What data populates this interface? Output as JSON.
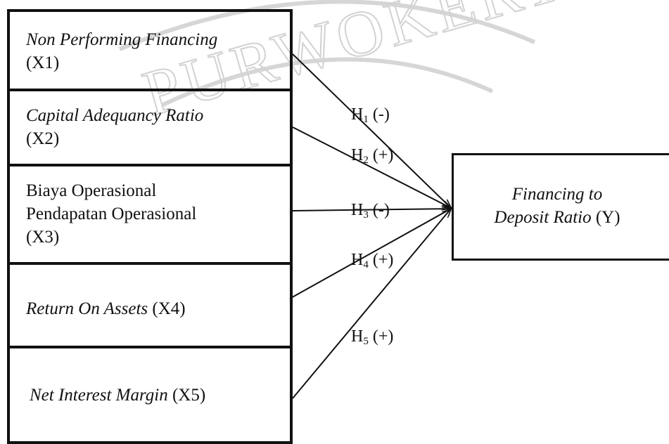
{
  "watermark": {
    "text": "PURWOKERTO"
  },
  "variables": [
    {
      "id": "x1",
      "italic": "Non Performing Financing",
      "suffix": "(X1)"
    },
    {
      "id": "x2",
      "italic": "Capital Adequancy Ratio",
      "suffix": "(X2)"
    },
    {
      "id": "x3",
      "line1": "Biaya Operasional",
      "line2": "Pendapatan Operasional",
      "suffix": "(X3)"
    },
    {
      "id": "x4",
      "italic": "Return On Assets",
      "suffix": "(X4)"
    },
    {
      "id": "x5",
      "italic": "Net Interest Margin",
      "suffix": "(X5)"
    }
  ],
  "dependent": {
    "line1": "Financing to",
    "line2_italic": "Deposit Ratio",
    "suffix": "(Y)"
  },
  "hypotheses": [
    {
      "letter": "H",
      "sub": "1",
      "sign": "(-)"
    },
    {
      "letter": "H",
      "sub": "2",
      "sign": "(+)"
    },
    {
      "letter": "H",
      "sub": "3",
      "sign": "(-)"
    },
    {
      "letter": "H",
      "sub": "4",
      "sign": "(+)"
    },
    {
      "letter": "H",
      "sub": "5",
      "sign": "(+)"
    }
  ]
}
